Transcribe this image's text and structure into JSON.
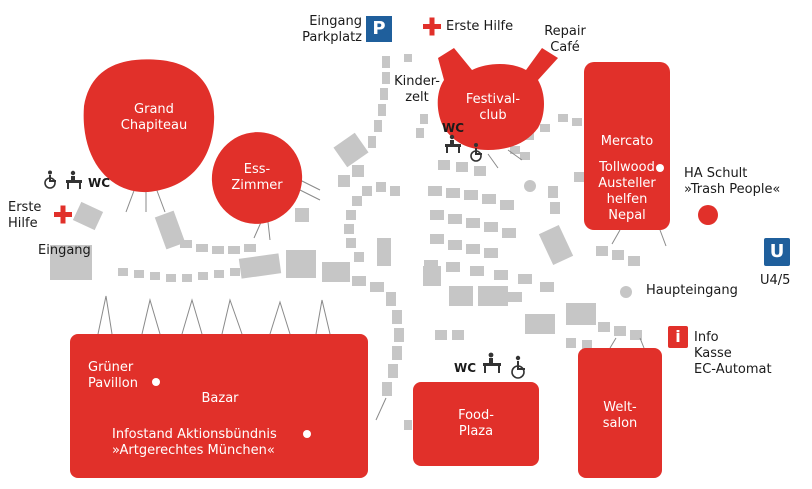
{
  "colors": {
    "tent": "#e1302a",
    "path": "#c6c6c6",
    "line": "#8a8a8a",
    "text": "#1a1a1a",
    "blue": "#1f5f9c"
  },
  "venues": {
    "grand_chapiteau": "Grand\nChapiteau",
    "ess_zimmer": "Ess-\nZimmer",
    "festival_club": "Festival-\nclub",
    "mercato": "Mercato",
    "tollwood": "Tollwood\nAusteller\nhelfen\nNepal",
    "bazar": "Bazar",
    "gruener_pavillon": "Grüner\nPavillon",
    "infostand": "Infostand Aktionsbündnis\n»Artgerechtes München«",
    "food_plaza": "Food-\nPlaza",
    "weltsalon": "Welt-\nsalon"
  },
  "labels": {
    "eingang_parkplatz": "Eingang\nParkplatz",
    "parking_symbol": "P",
    "erste_hilfe_top": "Erste Hilfe",
    "repair_cafe": "Repair\nCafé",
    "kinderzelt": "Kinder-\nzelt",
    "erste_hilfe_left": "Erste\nHilfe",
    "eingang_left": "Eingang",
    "ha_schult": "HA Schult\n»Trash People«",
    "ubahn_symbol": "U",
    "ubahn_line": "U4/5",
    "haupteingang": "Haupteingang",
    "info_symbol": "i",
    "info": "Info\nKasse\nEC-Automat"
  },
  "wc": {
    "label": "WC"
  }
}
